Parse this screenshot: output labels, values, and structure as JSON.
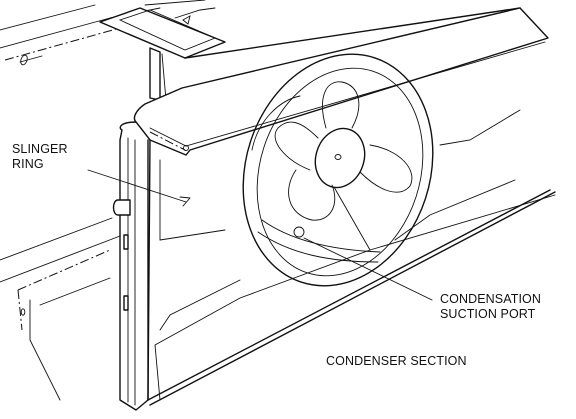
{
  "diagram": {
    "labels": {
      "slinger_ring": "SLINGER\nRING",
      "condensation_suction_port": "CONDENSATION\nSUCTION PORT",
      "condenser_section": "CONDENSER SECTION"
    },
    "line_color": "#111111",
    "background_color": "#ffffff"
  }
}
